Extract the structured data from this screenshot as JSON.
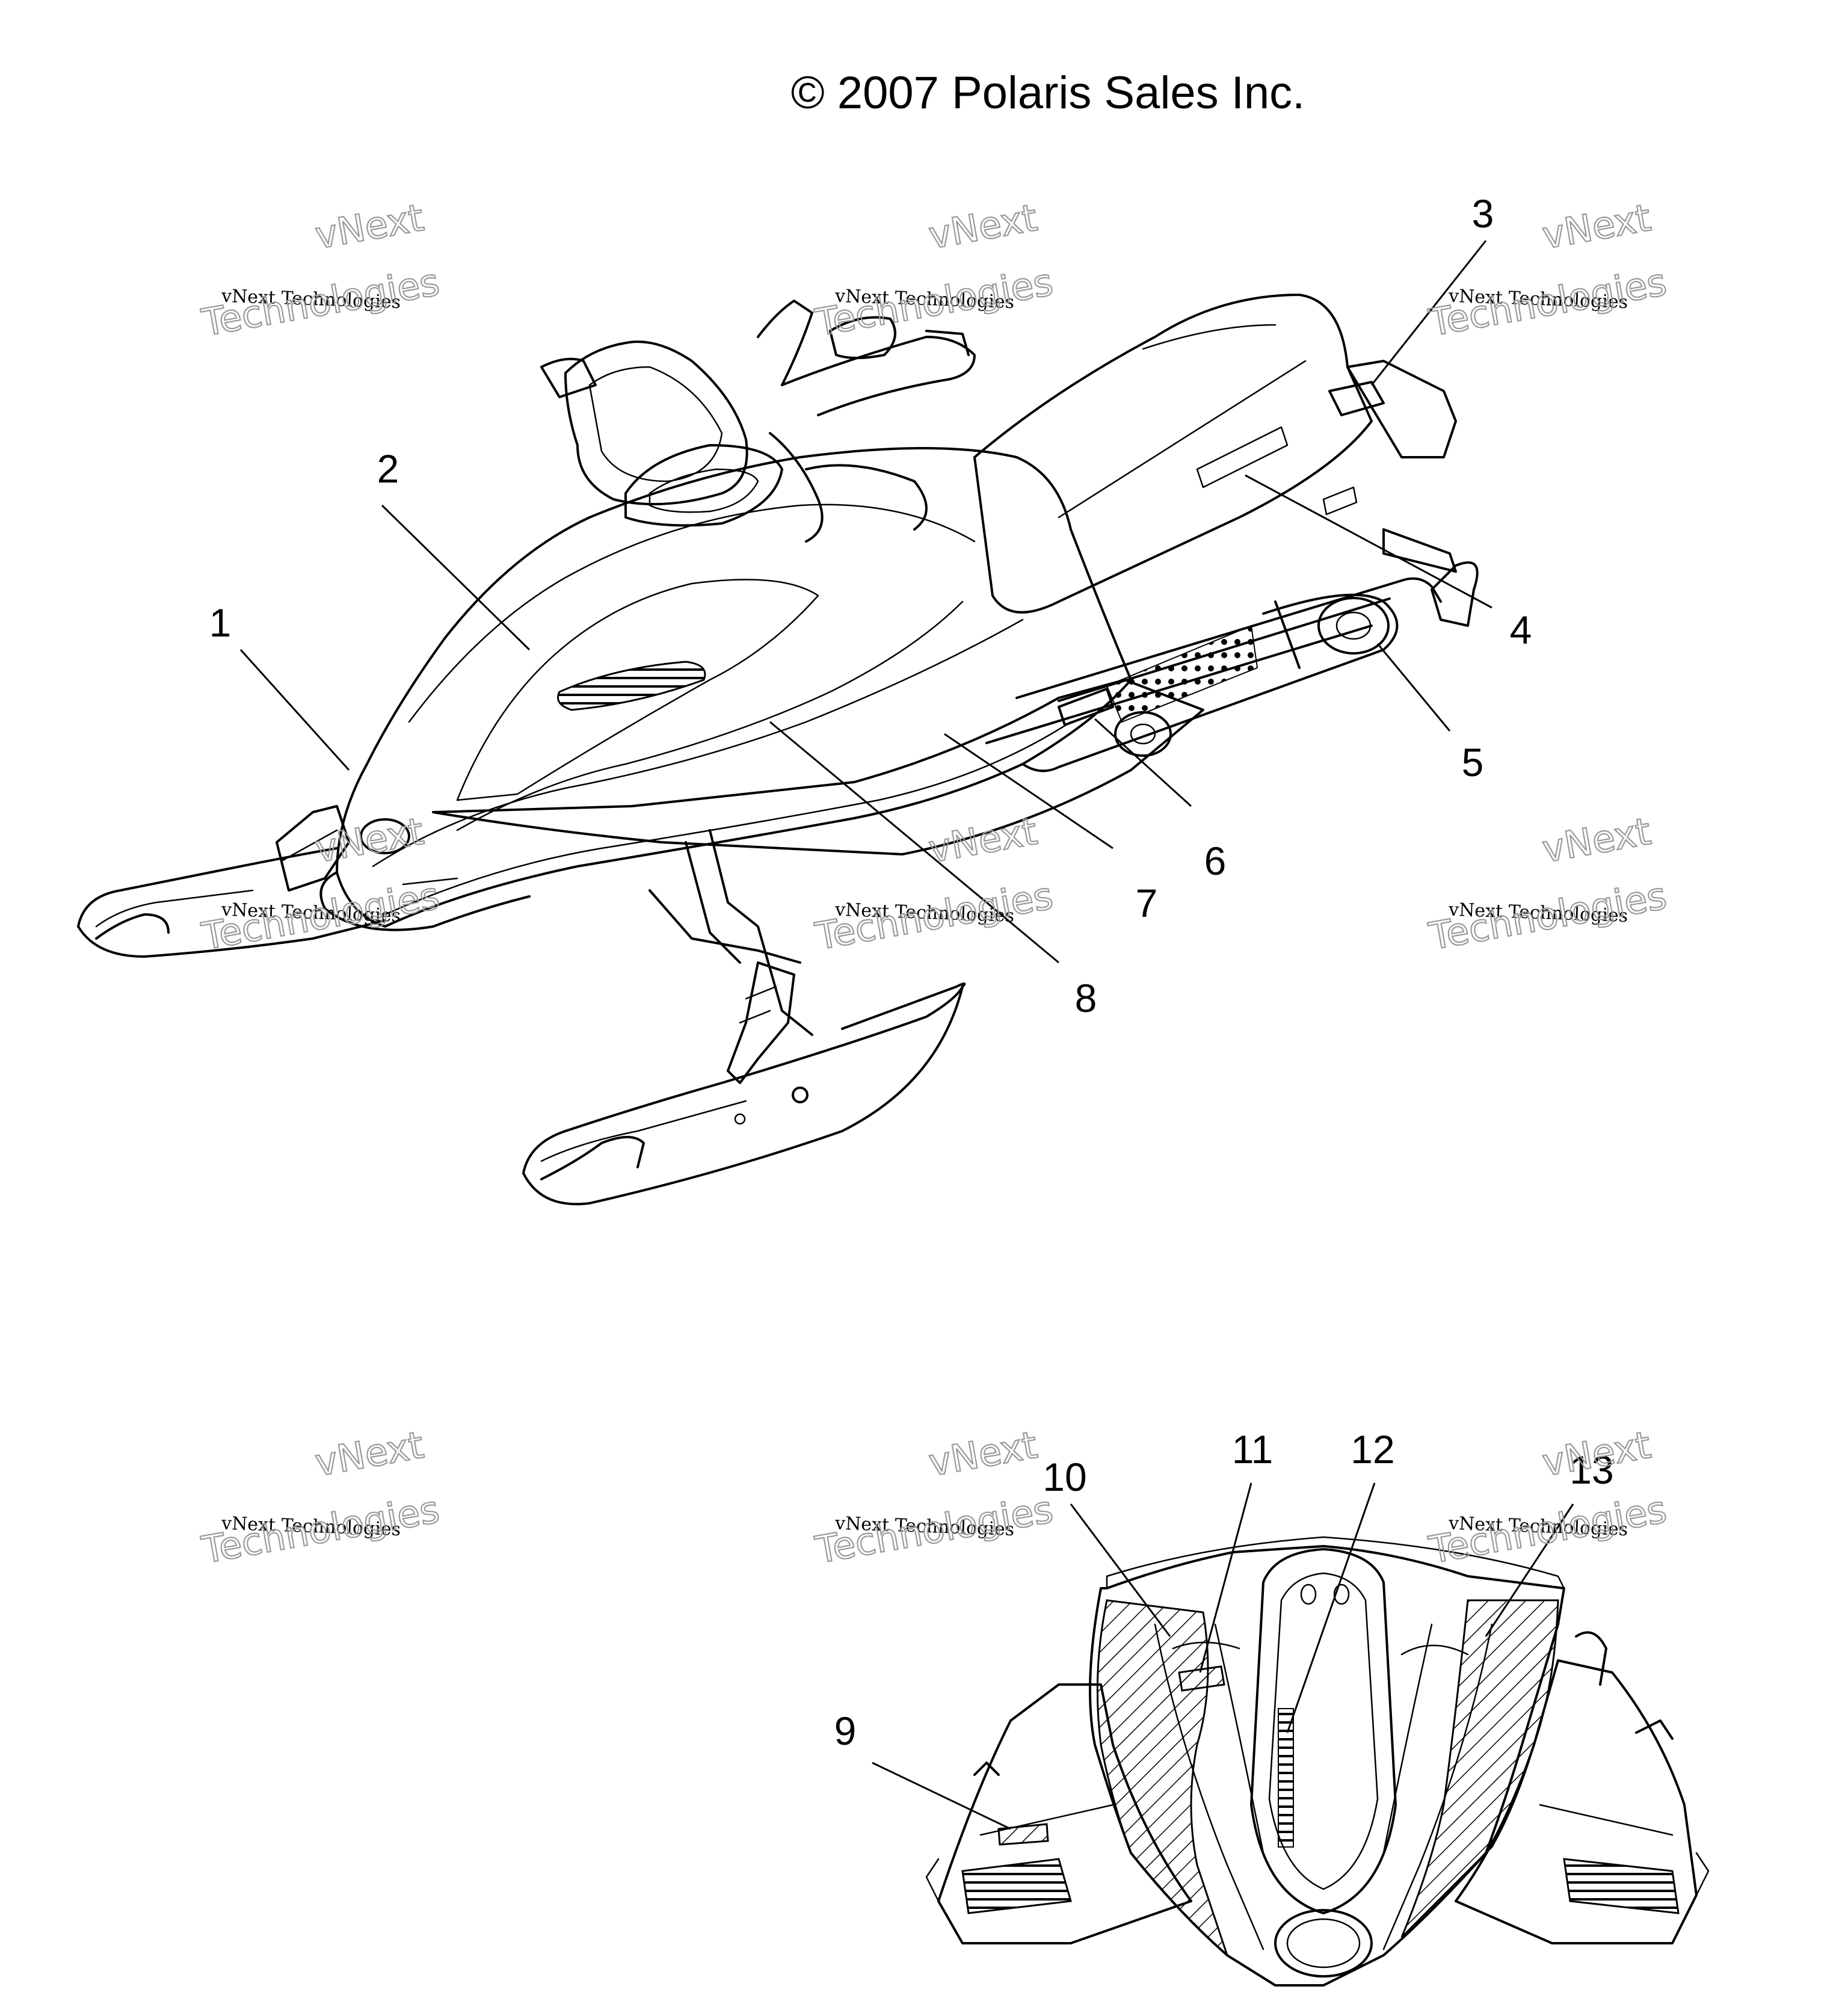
{
  "copyright": "© 2007 Polaris Sales Inc.",
  "watermark": {
    "line1": "vNext",
    "line2": "vNext Technologies",
    "line3": "Technologies"
  },
  "callouts": [
    {
      "id": "callout-1",
      "label": "1"
    },
    {
      "id": "callout-2",
      "label": "2"
    },
    {
      "id": "callout-3",
      "label": "3"
    },
    {
      "id": "callout-4",
      "label": "4"
    },
    {
      "id": "callout-5",
      "label": "5"
    },
    {
      "id": "callout-6",
      "label": "6"
    },
    {
      "id": "callout-7",
      "label": "7"
    },
    {
      "id": "callout-8",
      "label": "8"
    },
    {
      "id": "callout-9",
      "label": "9"
    },
    {
      "id": "callout-10",
      "label": "10"
    },
    {
      "id": "callout-11",
      "label": "11"
    },
    {
      "id": "callout-12",
      "label": "12"
    },
    {
      "id": "callout-13",
      "label": "13"
    }
  ]
}
